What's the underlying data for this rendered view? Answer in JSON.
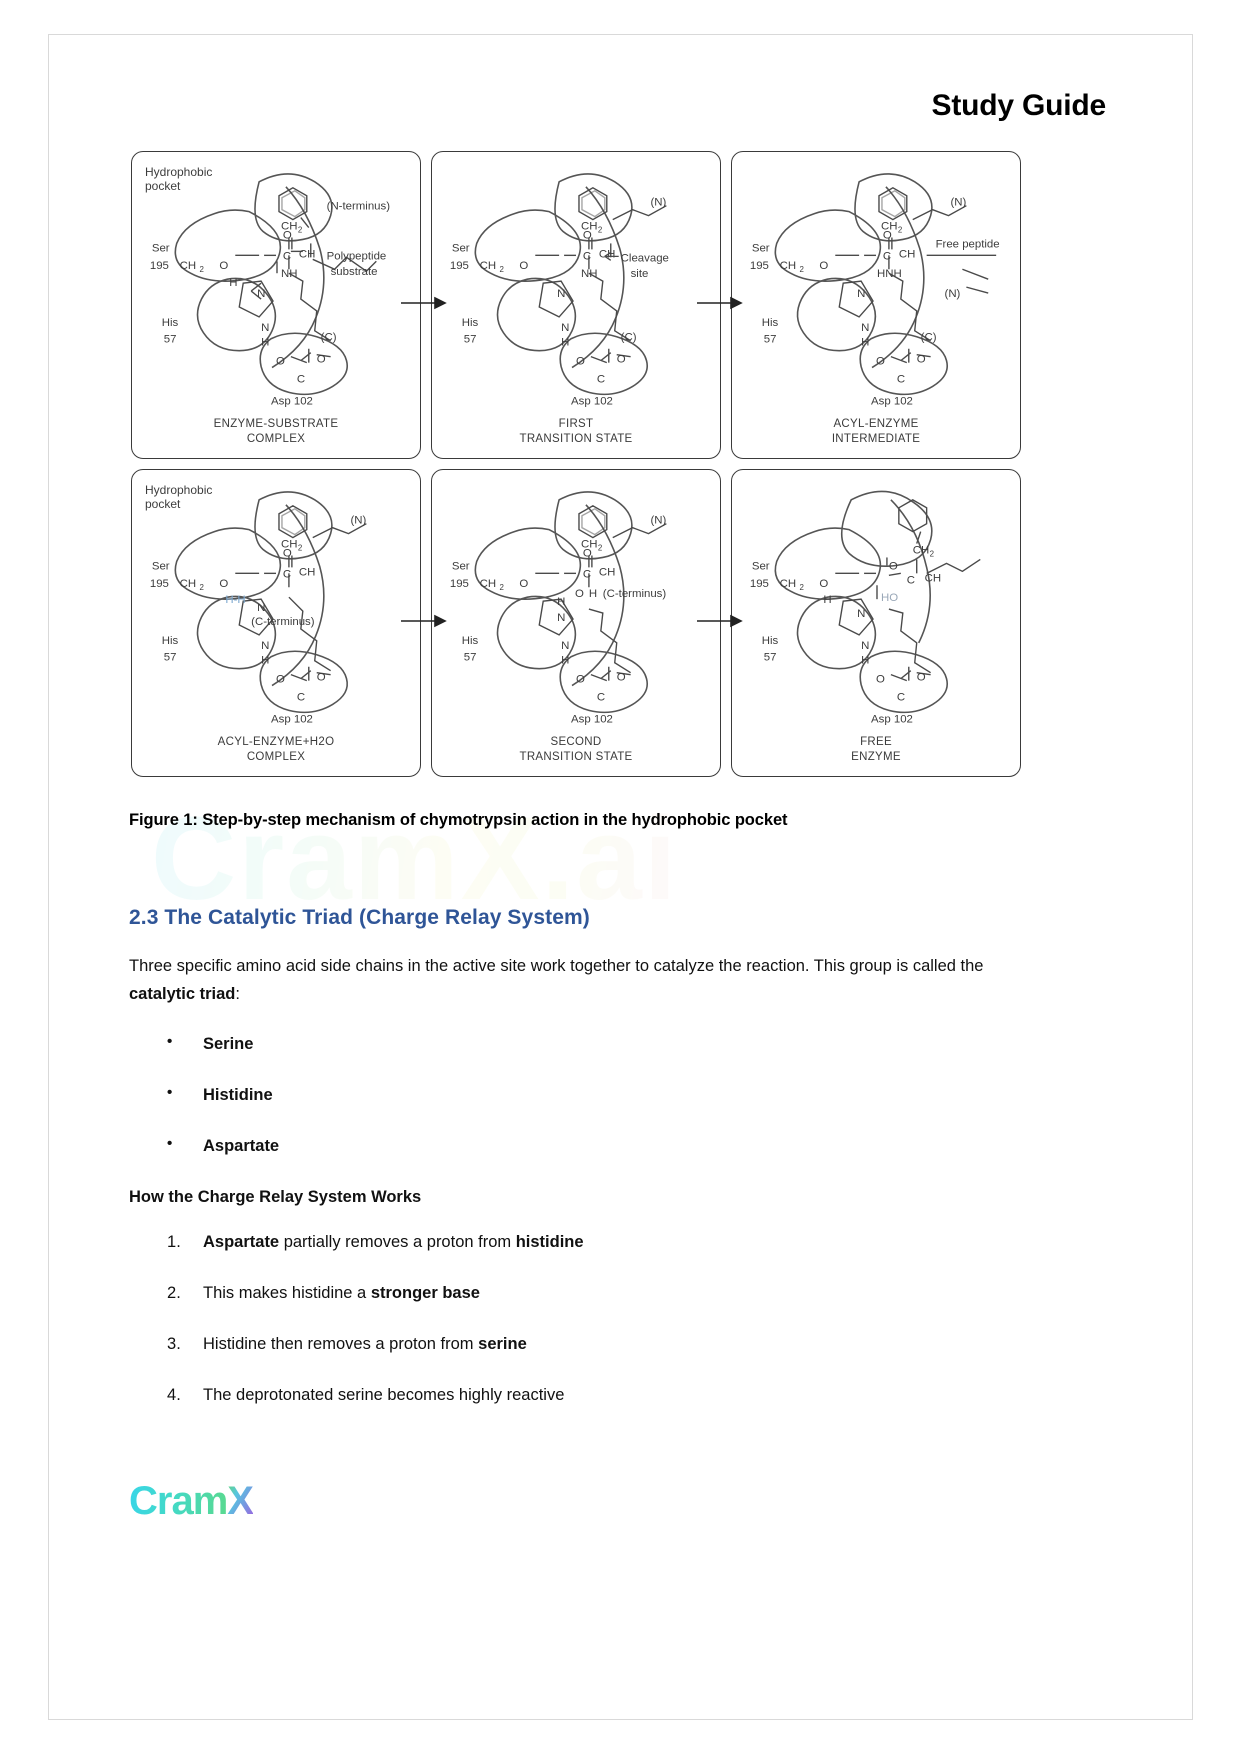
{
  "header": {
    "title": "Study Guide"
  },
  "figure": {
    "caption": "Figure 1: Step-by-step mechanism of chymotrypsin action in the hydrophobic pocket",
    "watermark": "CramX.ai",
    "panels": [
      {
        "id": "enzyme-substrate-complex",
        "pocket_label": "Hydrophobic\npocket",
        "caption_line1": "ENZYME-SUBSTRATE",
        "caption_line2": "COMPLEX",
        "residues": {
          "ser": "Ser",
          "ser_num": "195",
          "ser_chain": "CH2",
          "his": "His",
          "his_num": "57",
          "asp": "Asp 102"
        },
        "annotations": [
          "(N-terminus)",
          "Polypeptide",
          "substrate",
          "(C)",
          "CH2",
          "CH",
          "NH",
          "O",
          "C",
          "N",
          "H",
          "O"
        ]
      },
      {
        "id": "first-transition-state",
        "caption_line1": "FIRST",
        "caption_line2": "TRANSITION STATE",
        "residues": {
          "ser": "Ser",
          "ser_num": "195",
          "his": "His",
          "his_num": "57",
          "asp": "Asp 102"
        },
        "annotations": [
          "(N)",
          "Cleavage",
          "site",
          "(C)",
          "CH2",
          "CH",
          "NH",
          "O",
          "C"
        ]
      },
      {
        "id": "acyl-enzyme-intermediate",
        "caption_line1": "ACYL-ENZYME",
        "caption_line2": "INTERMEDIATE",
        "residues": {
          "ser": "Ser",
          "ser_num": "195",
          "his": "His",
          "his_num": "57",
          "asp": "Asp 102"
        },
        "annotations": [
          "(N)",
          "Free peptide",
          "(N)",
          "(C)",
          "CH2",
          "CH",
          "HNH",
          "O",
          "C"
        ]
      },
      {
        "id": "acyl-enzyme-water-complex",
        "pocket_label": "Hydrophobic\npocket",
        "caption_line1": "ACYL-ENZYME+H2O",
        "caption_line2": "COMPLEX",
        "residues": {
          "ser": "Ser",
          "ser_num": "195",
          "his": "His",
          "his_num": "57",
          "asp": "Asp 102"
        },
        "annotations": [
          "(N)",
          "(C-terminus)",
          "CH2",
          "CH",
          "O",
          "C",
          "H-H"
        ]
      },
      {
        "id": "second-transition-state",
        "caption_line1": "SECOND",
        "caption_line2": "TRANSITION STATE",
        "residues": {
          "ser": "Ser",
          "ser_num": "195",
          "his": "His",
          "his_num": "57",
          "asp": "Asp 102"
        },
        "annotations": [
          "(N)",
          "O-H (C-terminus)",
          "CH2",
          "CH",
          "O",
          "C",
          "H"
        ]
      },
      {
        "id": "free-enzyme",
        "caption_line1": "FREE",
        "caption_line2": "ENZYME",
        "residues": {
          "ser": "Ser",
          "ser_num": "195",
          "his": "His",
          "his_num": "57",
          "asp": "Asp 102"
        },
        "annotations": [
          "CH2",
          "CH",
          "HO",
          "O",
          "C",
          "H"
        ]
      }
    ]
  },
  "section": {
    "number_title": "2.3 The Catalytic Triad (Charge Relay System)",
    "intro_part1": "Three specific amino acid side chains in the active site work together to catalyze the reaction. This group is called the ",
    "intro_bold": "catalytic triad",
    "intro_part2": ":",
    "triad": [
      {
        "label": "Serine"
      },
      {
        "label": "Histidine"
      },
      {
        "label": "Aspartate"
      }
    ],
    "subheading": "How the Charge Relay System Works",
    "steps": [
      {
        "pre": "",
        "bold1": "Aspartate",
        "mid": " partially removes a proton from ",
        "bold2": "histidine",
        "post": ""
      },
      {
        "pre": "This makes histidine a ",
        "bold1": "stronger base",
        "mid": "",
        "bold2": "",
        "post": ""
      },
      {
        "pre": "Histidine then removes a proton from ",
        "bold1": "serine",
        "mid": "",
        "bold2": "",
        "post": ""
      },
      {
        "pre": "The deprotonated serine becomes highly reactive",
        "bold1": "",
        "mid": "",
        "bold2": "",
        "post": ""
      }
    ]
  },
  "brand": {
    "name_part1": "Cram",
    "name_part2": "X"
  },
  "colors": {
    "heading_blue": "#2f5597",
    "text_black": "#111111",
    "page_border": "#d9d9d9"
  }
}
